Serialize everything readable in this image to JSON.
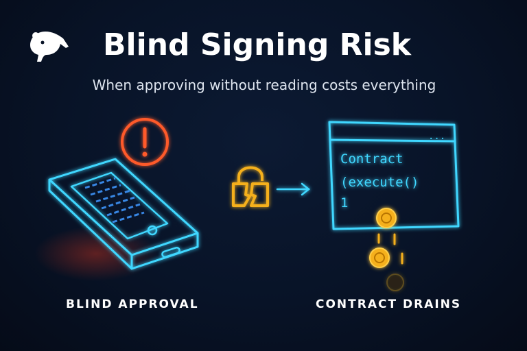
{
  "header": {
    "logo_icon": "anteater-logo-icon",
    "title": "Blind Signing Risk",
    "subtitle": "When approving without reading costs everything"
  },
  "left_panel": {
    "icon": "phone-icon",
    "alert_icon": "exclamation-alert-icon",
    "caption": "BLIND APPROVAL"
  },
  "middle": {
    "icon": "broken-lock-icon",
    "arrow_icon": "arrow-right-icon"
  },
  "right_panel": {
    "icon": "contract-window-icon",
    "dots": "...",
    "code": [
      "Contract",
      "(execute()",
      "1"
    ],
    "coins_icon": "coins-icon",
    "caption": "CONTRACT DRAINS"
  },
  "colors": {
    "background": "#081327",
    "neon_cyan": "#3fd7ff",
    "alert_orange": "#ff5a2a",
    "coin_gold": "#f5b01c",
    "text": "#ffffff"
  }
}
